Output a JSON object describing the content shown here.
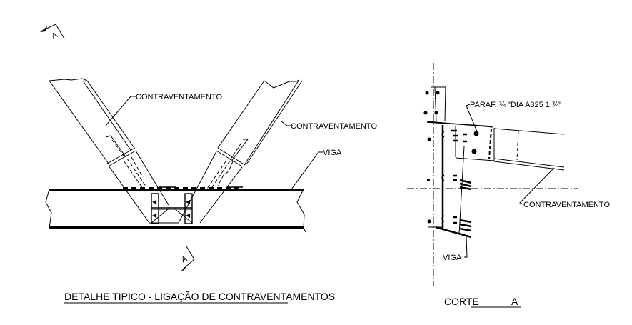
{
  "drawing": {
    "main_detail": {
      "title": "DETALHE TIPICO - LIGAÇÃO DE CONTRAVENTAMENTOS",
      "labels": {
        "brace_left": "CONTRAVENTAMENTO",
        "brace_right": "CONTRAVENTAMENTO",
        "beam": "VIGA"
      },
      "section_marker_top": "A",
      "section_marker_bottom": "A"
    },
    "section_view": {
      "title": "CORTE",
      "title_suffix": "A",
      "labels": {
        "bolt": "PARAF. ¾  \"DIA A325 1 ¾\"",
        "brace": "CONTRAVENTAMENTO",
        "beam": "VIGA"
      }
    }
  }
}
